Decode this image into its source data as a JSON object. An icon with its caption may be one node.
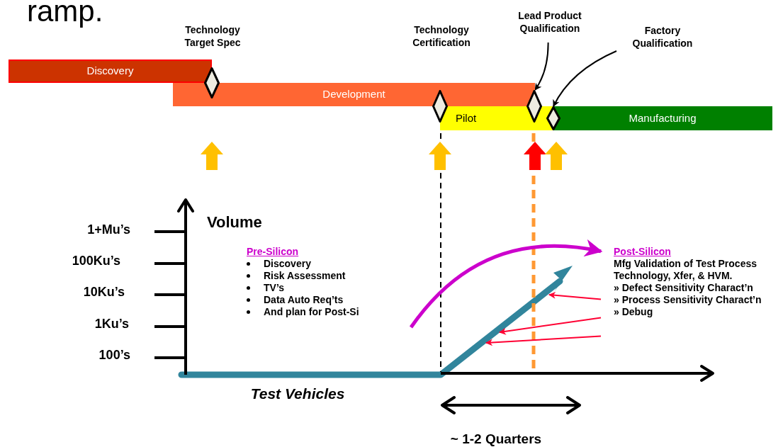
{
  "diagram": {
    "nodes": [
      {
        "text": [
          "Discovery"
        ]
      },
      {
        "text": [
          "Development"
        ]
      },
      {
        "text": [
          "Pilot"
        ]
      },
      {
        "text": [
          "Manufacturing"
        ]
      },
      {
        "text": [],
        "shape": "diamond"
      },
      {
        "text": [],
        "shape": "diamond"
      },
      {
        "text": [],
        "shape": "diamond"
      },
      {
        "text": [],
        "shape": "diamond"
      },
      {
        "text": [
          "Lead Product Qualification"
        ]
      },
      {
        "text": [
          "Factory Qualification"
        ]
      },
      {
        "text": [
          "Pre-Silicon",
          "Discovery",
          "Risk Assessment",
          "TV’s",
          "Data Auto Req’ts",
          "And plan for Post-Si"
        ]
      },
      {
        "text": [
          "Post-Silicon",
          "Mfg Validation of Test Process Technology, Xfer, & HVM.",
          "» Defect Sensitivity Charact’n",
          "» Process Sensitivity Charact’n",
          "» Debug"
        ]
      }
    ],
    "edges": [
      {
        "from": 8,
        "to": 6,
        "arrow": "to",
        "color": "#000000"
      },
      {
        "from": 9,
        "to": 7,
        "arrow": "to",
        "color": "#000000"
      },
      {
        "from": null,
        "to": 11,
        "arrow": "to",
        "style": "thick",
        "color": "#cc00cc"
      },
      {
        "from": 11,
        "to": null,
        "arrow": "to",
        "color": "#ff0033"
      },
      {
        "from": 11,
        "to": null,
        "arrow": "to",
        "color": "#ff0033"
      },
      {
        "from": 11,
        "to": null,
        "arrow": "to",
        "color": "#ff0033"
      }
    ],
    "labels": [
      "ramp.",
      "Technology Target Spec",
      "Technology Certification",
      "Volume",
      "1+Mu’s",
      "100Ku’s",
      "10Ku’s",
      "1Ku’s",
      "100’s",
      "Test Vehicles",
      "~ 1-2 Quarters"
    ]
  }
}
